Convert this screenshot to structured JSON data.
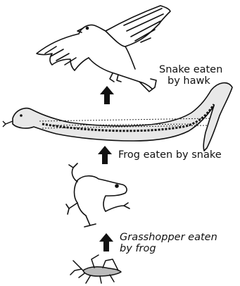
{
  "food_chain": {
    "labels": {
      "hawk_snake": [
        "Snake eaten",
        "by hawk"
      ],
      "snake_frog": "Frog eaten by snake",
      "frog_grasshopper": [
        "Grasshopper eaten",
        "by frog"
      ]
    },
    "organisms": [
      "hawk",
      "snake",
      "frog",
      "grasshopper"
    ]
  }
}
